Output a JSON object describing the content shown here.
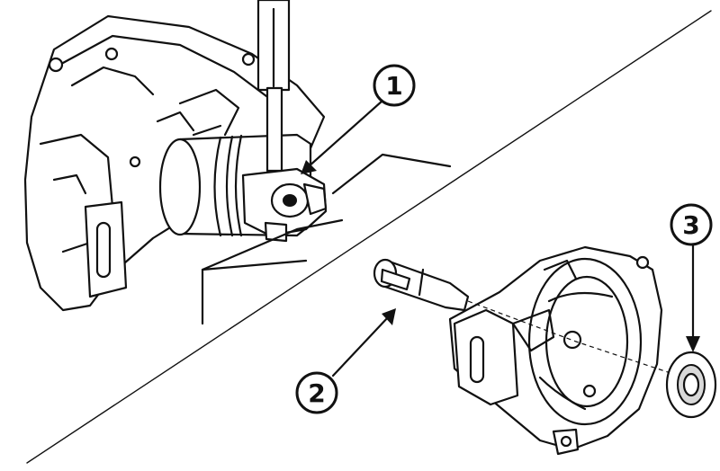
{
  "callouts": [
    {
      "label": "1"
    },
    {
      "label": "2"
    },
    {
      "label": "3"
    }
  ],
  "colors": {
    "line": "#111111",
    "background": "#ffffff"
  }
}
